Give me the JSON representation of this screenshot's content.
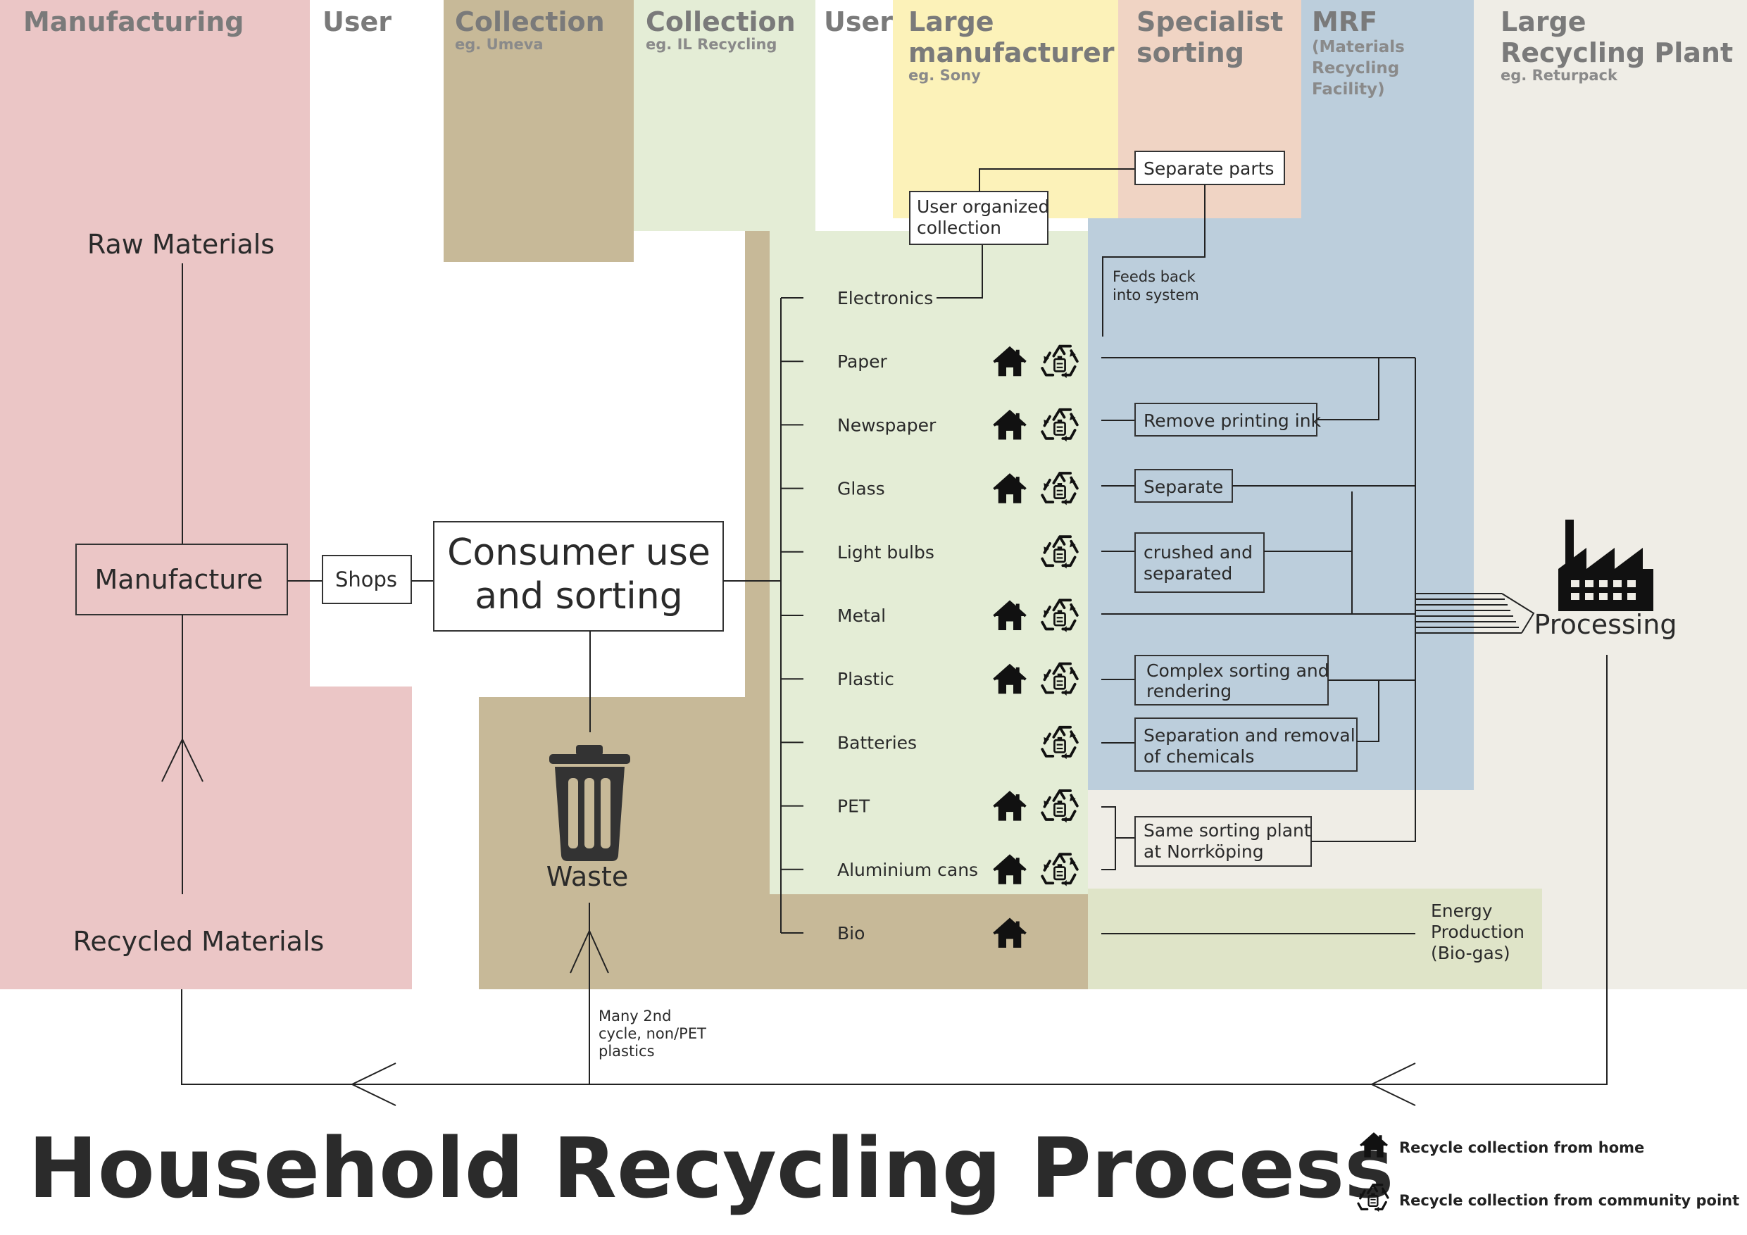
{
  "title": "Household Recycling Process",
  "colors": {
    "manufacturing": "#ebc6c6",
    "collection_umeva": "#c7b998",
    "collection_il": "#e4edd6",
    "large_manufacturer": "#fcf2b9",
    "specialist_sorting": "#f0d4c4",
    "mrf": "#bccedc",
    "large_recycling_plant": "#efede6",
    "energy": "#dfe4c8"
  },
  "lanes": {
    "manufacturing": {
      "title": "Manufacturing"
    },
    "user1": {
      "title": "User"
    },
    "collection1": {
      "title": "Collection",
      "sub": "eg. Umeva"
    },
    "collection2": {
      "title": "Collection",
      "sub": "eg. IL Recycling"
    },
    "user2": {
      "title": "User"
    },
    "large_manufacturer": {
      "title_line1": "Large",
      "title_line2": "manufacturer",
      "sub": "eg. Sony"
    },
    "specialist_sorting": {
      "title_line1": "Specialist",
      "title_line2": "sorting"
    },
    "mrf": {
      "title": "MRF",
      "sub_line1": "(Materials",
      "sub_line2": "Recycling",
      "sub_line3": "Facility)"
    },
    "large_recycling_plant": {
      "title_line1": "Large",
      "title_line2": "Recycling Plant",
      "sub": "eg. Returpack"
    }
  },
  "nodes": {
    "raw_materials": "Raw Materials",
    "manufacture": "Manufacture",
    "recycled_materials": "Recycled Materials",
    "shops": "Shops",
    "consumer_use_line1": "Consumer use",
    "consumer_use_line2": "and sorting",
    "waste": "Waste",
    "waste_note_line1": "Many 2nd",
    "waste_note_line2": "cycle, non/PET",
    "waste_note_line3": "plastics",
    "user_organized_line1": "User organized",
    "user_organized_line2": "collection",
    "separate_parts": "Separate parts",
    "feeds_back_line1": "Feeds back",
    "feeds_back_line2": "into system",
    "remove_printing_ink": "Remove printing ink",
    "separate": "Separate",
    "crushed_line1": "crushed and",
    "crushed_line2": "separated",
    "complex_line1": "Complex sorting and",
    "complex_line2": "rendering",
    "separation_line1": "Separation and removal",
    "separation_line2": "of chemicals",
    "same_plant_line1": "Same sorting plant",
    "same_plant_line2": "at Norrköping",
    "processing": "Processing",
    "energy_line1": "Energy",
    "energy_line2": "Production",
    "energy_line3": "(Bio-gas)"
  },
  "materials": [
    {
      "label": "Electronics",
      "home": false,
      "community": false
    },
    {
      "label": "Paper",
      "home": true,
      "community": true
    },
    {
      "label": "Newspaper",
      "home": true,
      "community": true
    },
    {
      "label": "Glass",
      "home": true,
      "community": true
    },
    {
      "label": "Light bulbs",
      "home": false,
      "community": true
    },
    {
      "label": "Metal",
      "home": true,
      "community": true
    },
    {
      "label": "Plastic",
      "home": true,
      "community": true
    },
    {
      "label": "Batteries",
      "home": false,
      "community": true
    },
    {
      "label": "PET",
      "home": true,
      "community": true
    },
    {
      "label": "Aluminium cans",
      "home": true,
      "community": true
    },
    {
      "label": "Bio",
      "home": true,
      "community": false
    }
  ],
  "icons": {
    "home": "house-icon",
    "community": "recycle-bin-icon",
    "waste": "trash-can-icon",
    "processing": "factory-icon"
  },
  "legend": {
    "home": "Recycle collection from home",
    "community": "Recycle collection from community point"
  }
}
